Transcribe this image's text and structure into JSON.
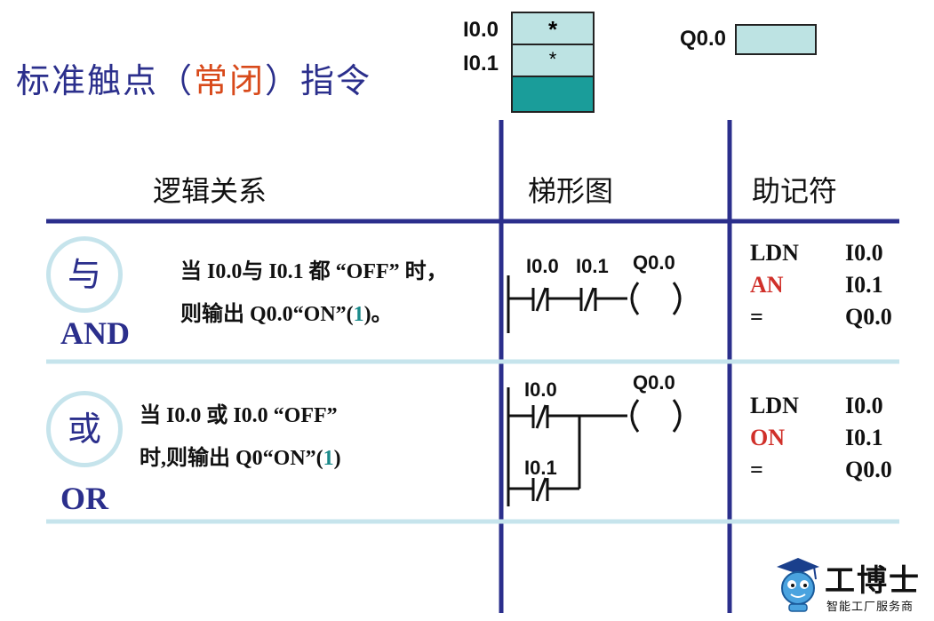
{
  "title": {
    "part1": "标准触点（",
    "highlight": "常闭",
    "part2": "）指令"
  },
  "top": {
    "label_i00": "I0.0",
    "label_i01": "I0.1",
    "cell1": "*",
    "cell2": "*",
    "label_q00": "Q0.0",
    "colors": {
      "cell_fill": "#bde3e3",
      "result_fill": "#1a9d9a"
    }
  },
  "headers": {
    "logic": "逻辑关系",
    "ladder": "梯形图",
    "mnemonic": "助记符"
  },
  "rows": [
    {
      "circle": "与",
      "op": "AND",
      "desc_line1": "当 I0.0与 I0.1 都 “OFF” 时，",
      "desc_line2_pre": "则输出 Q0.0“ON”(",
      "desc_num": "1",
      "desc_line2_post": ")。",
      "ladder": {
        "c1": "I0.0",
        "c2": "I0.1",
        "coil": "Q0.0"
      },
      "mnemonic": [
        {
          "op": "LDN",
          "arg": "I0.0"
        },
        {
          "op": "AN",
          "arg": "I0.1"
        },
        {
          "op": "=",
          "arg": "Q0.0"
        }
      ]
    },
    {
      "circle": "或",
      "op": "OR",
      "desc_line1": "当 I0.0 或 I0.0 “OFF”",
      "desc_line2_pre": "时,则输出 Q0“ON”(",
      "desc_num": "1",
      "desc_line2_post": ")",
      "ladder": {
        "c1": "I0.0",
        "c2": "I0.1",
        "coil": "Q0.0"
      },
      "mnemonic": [
        {
          "op": "LDN",
          "arg": "I0.0"
        },
        {
          "op": "ON",
          "arg": "I0.1"
        },
        {
          "op": "=",
          "arg": "Q0.0"
        }
      ]
    }
  ],
  "logo": {
    "name": "工博士",
    "sub": "智能工厂服务商"
  },
  "colors": {
    "title": "#2b2f8c",
    "accent_red": "#d0302a",
    "divider_blue": "#2b2f8c",
    "divider_light": "#c6e4ec"
  }
}
